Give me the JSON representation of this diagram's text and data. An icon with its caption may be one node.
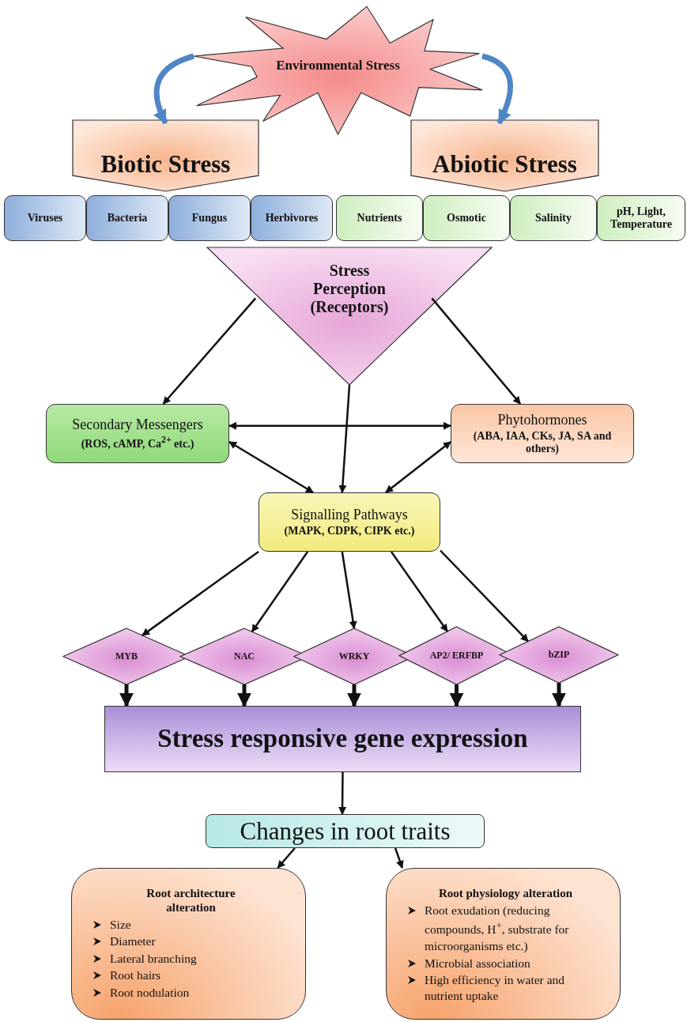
{
  "diagram": {
    "nodes": [
      {
        "text": [
          "Environmental Stress"
        ]
      },
      {
        "text": [
          "Biotic Stress"
        ]
      },
      {
        "text": [
          "Abiotic Stress"
        ]
      },
      {
        "text": [
          "Viruses"
        ]
      },
      {
        "text": [
          "Bacteria"
        ]
      },
      {
        "text": [
          "Fungus"
        ]
      },
      {
        "text": [
          "Herbivores"
        ]
      },
      {
        "text": [
          "Nutrients"
        ]
      },
      {
        "text": [
          "Osmotic"
        ]
      },
      {
        "text": [
          "Salinity"
        ]
      },
      {
        "text": [
          "pH, Light, Temperature"
        ]
      },
      {
        "text": [
          "Stress Perception (Receptors)"
        ]
      },
      {
        "text": [
          "Secondary Messengers",
          "(ROS, cAMP, Ca$^{2+}$ etc.)"
        ]
      },
      {
        "text": [
          "Phytohormones",
          "(ABA, IAA, CKs, JA, SA and others)"
        ]
      },
      {
        "text": [
          "Signalling Pathways",
          "(MAPK, CDPK, CIPK etc.)"
        ]
      },
      {
        "text": [
          "MYB"
        ]
      },
      {
        "text": [
          "NAC"
        ]
      },
      {
        "text": [
          "WRKY"
        ]
      },
      {
        "text": [
          "AP2/ ERFBP"
        ]
      },
      {
        "text": [
          "bZIP"
        ]
      },
      {
        "text": [
          "Stress responsive gene expression"
        ]
      },
      {
        "text": [
          "Changes in root traits"
        ]
      },
      {
        "text": [
          "Root architecture alteration",
          "Size",
          "Diameter",
          "Lateral branching",
          "Root hairs",
          "Root nodulation"
        ]
      },
      {
        "text": [
          "Root physiology alteration",
          "Root exudation (reducing compounds, H$^{+}$, substrate for microorganisms etc.)",
          "Microbial association",
          "High efficiency in water and nutrient uptake"
        ]
      }
    ],
    "edges": [
      {
        "from": 0,
        "to": 1,
        "arrow": "to",
        "style": "thick",
        "color": "#4f86c6"
      },
      {
        "from": 0,
        "to": 2,
        "arrow": "to",
        "style": "thick",
        "color": "#4f86c6"
      },
      {
        "from": 11,
        "to": 12,
        "arrow": "to"
      },
      {
        "from": 11,
        "to": 13,
        "arrow": "to"
      },
      {
        "from": 11,
        "to": 14,
        "arrow": "to"
      },
      {
        "from": 12,
        "to": 13,
        "arrow": "both"
      },
      {
        "from": 12,
        "to": 14,
        "arrow": "both"
      },
      {
        "from": 13,
        "to": 14,
        "arrow": "both"
      },
      {
        "from": 14,
        "to": 15,
        "arrow": "to"
      },
      {
        "from": 14,
        "to": 16,
        "arrow": "to"
      },
      {
        "from": 14,
        "to": 17,
        "arrow": "to"
      },
      {
        "from": 14,
        "to": 18,
        "arrow": "to"
      },
      {
        "from": 14,
        "to": 19,
        "arrow": "to"
      },
      {
        "from": 15,
        "to": 20,
        "arrow": "to",
        "style": "thick"
      },
      {
        "from": 16,
        "to": 20,
        "arrow": "to",
        "style": "thick"
      },
      {
        "from": 17,
        "to": 20,
        "arrow": "to",
        "style": "thick"
      },
      {
        "from": 18,
        "to": 20,
        "arrow": "to",
        "style": "thick"
      },
      {
        "from": 19,
        "to": 20,
        "arrow": "to",
        "style": "thick"
      },
      {
        "from": 20,
        "to": 21,
        "arrow": "to"
      },
      {
        "from": 21,
        "to": 22,
        "arrow": "to"
      },
      {
        "from": 21,
        "to": 23,
        "arrow": "to"
      }
    ]
  }
}
